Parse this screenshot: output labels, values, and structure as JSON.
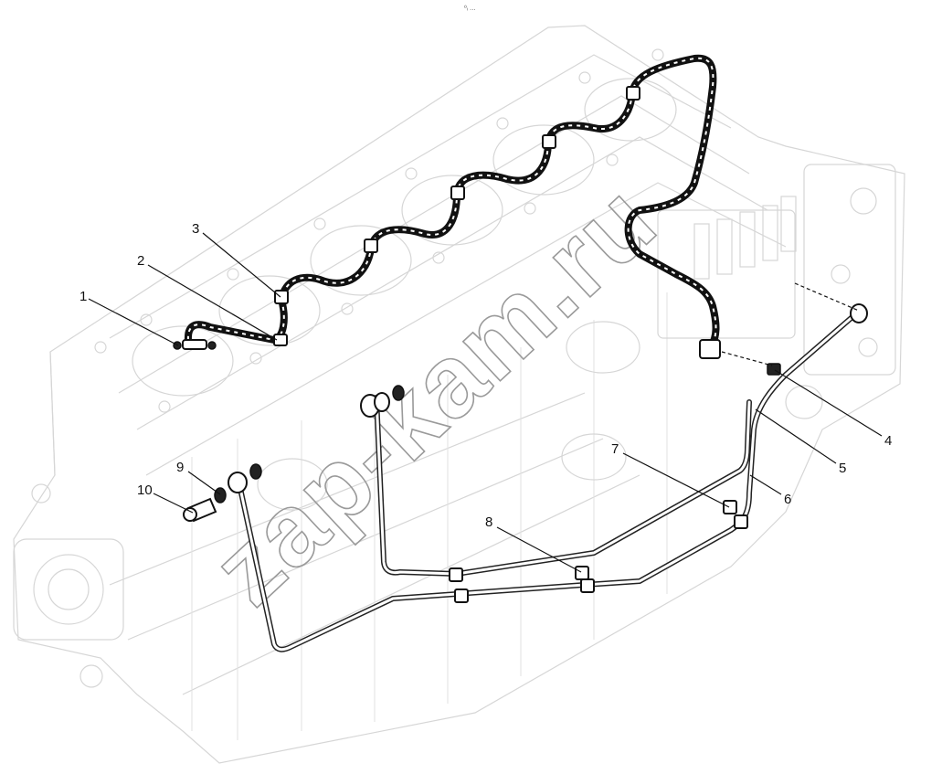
{
  "header_mark": "⁰ᵢ …",
  "watermark": "zap-kam.ru",
  "callouts": [
    {
      "id": "1",
      "label": "1"
    },
    {
      "id": "2",
      "label": "2"
    },
    {
      "id": "3",
      "label": "3"
    },
    {
      "id": "4",
      "label": "4"
    },
    {
      "id": "5",
      "label": "5"
    },
    {
      "id": "6",
      "label": "6"
    },
    {
      "id": "7",
      "label": "7"
    },
    {
      "id": "8",
      "label": "8"
    },
    {
      "id": "9",
      "label": "9"
    },
    {
      "id": "10",
      "label": "10"
    }
  ]
}
